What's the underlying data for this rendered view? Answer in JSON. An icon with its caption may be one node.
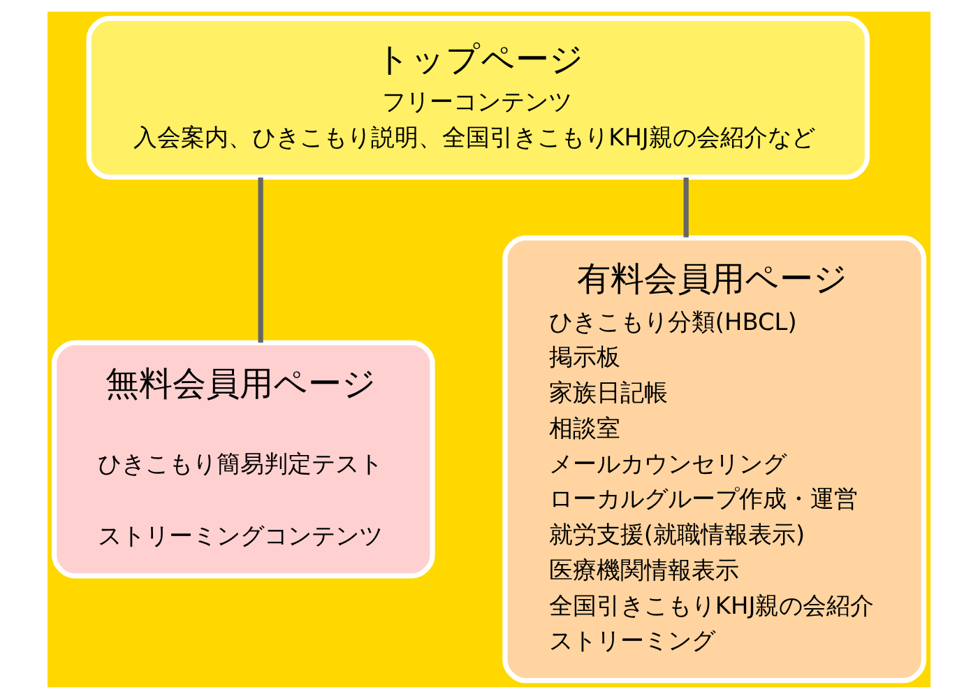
{
  "diagram": {
    "nodes": [
      {
        "text": [
          "トップページ",
          "フリーコンテンツ",
          "入会案内、ひきこもり説明、全国引きこもりKHJ親の会紹介など"
        ]
      },
      {
        "text": [
          "無料会員用ページ",
          "ひきこもり簡易判定テスト",
          "ストリーミングコンテンツ"
        ]
      },
      {
        "text": [
          "有料会員用ページ",
          "ひきこもり分類(HBCL)",
          "掲示板",
          "家族日記帳",
          "相談室",
          "メールカウンセリング",
          "ローカルグループ作成・運営",
          "就労支援(就職情報表示)",
          "医療機関情報表示",
          "全国引きこもりKHJ親の会紹介",
          "ストリーミング"
        ]
      }
    ],
    "edges": [
      {
        "from": 0,
        "to": 1,
        "arrow": "none"
      },
      {
        "from": 0,
        "to": 2,
        "arrow": "none"
      }
    ]
  }
}
